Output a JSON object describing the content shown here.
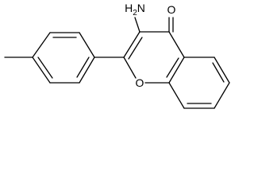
{
  "molecule": {
    "atoms": {
      "amino_nitrogen": "N",
      "amino_hydrogen": "H",
      "amino_hydrogen_count": "2",
      "carbonyl_oxygen": "O",
      "ring_oxygen": "O"
    }
  },
  "colors": {
    "bond": "#000000",
    "label": "#000000",
    "background": "#ffffff"
  }
}
